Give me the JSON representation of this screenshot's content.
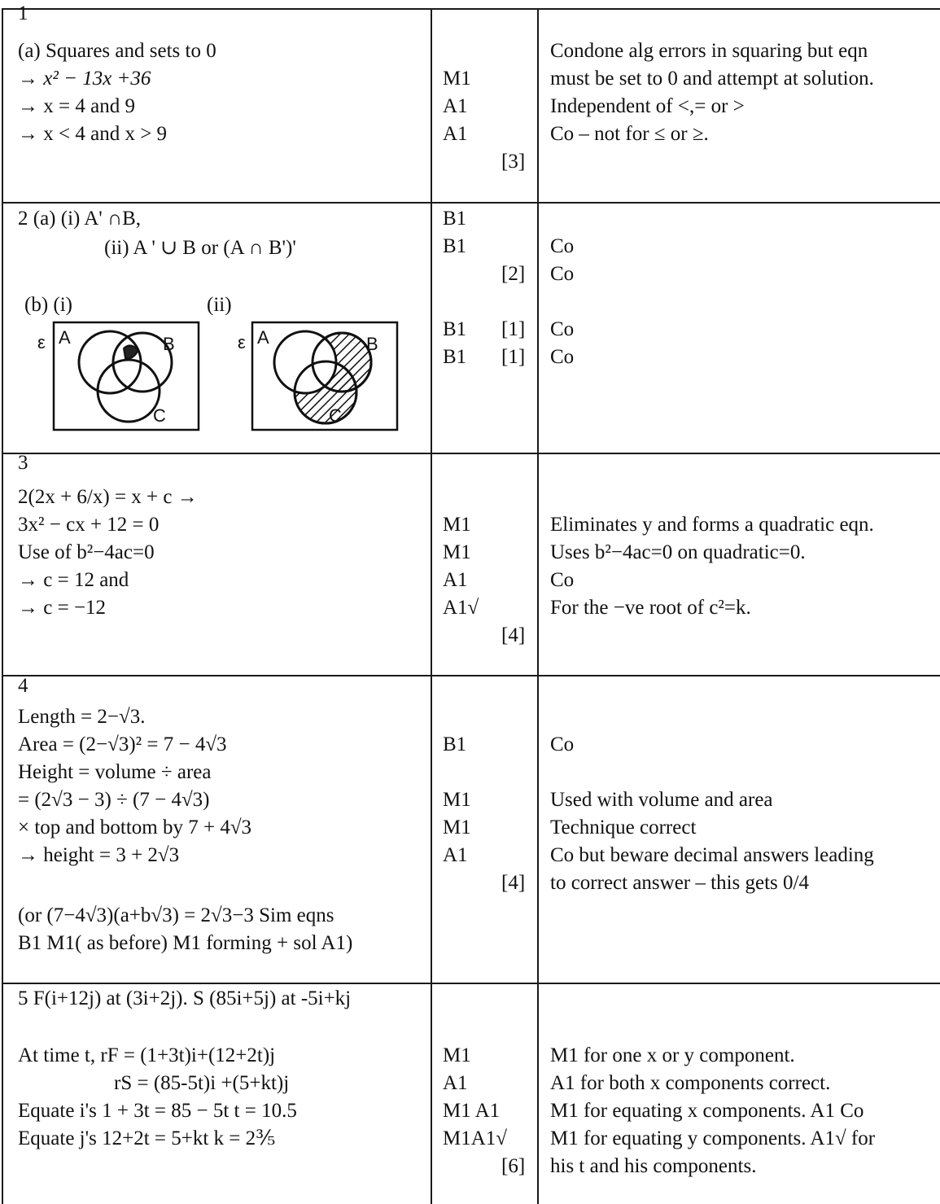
{
  "rows": [
    {
      "lines": [
        "1",
        "(a)  Squares and sets  to 0",
        "→ x² − 13x +36",
        "→  x = 4 and 9",
        "→  x < 4 and x > 9"
      ],
      "marks": [
        "M1",
        "A1",
        "A1"
      ],
      "total": "[3]",
      "notes": [
        "Condone alg errors in squaring but eqn",
        "must be set to 0 and attempt at solution.",
        "Independent of <,= or >",
        "Co – not for ≤ or ≥."
      ]
    },
    {
      "lines": [
        "2    (a)  (i)  A' ∩B,",
        "(ii)  A ' ∪ B  or (A ∩ B')'"
      ],
      "sub_b": "(b)  (i)",
      "sub_ii": "(ii)",
      "venn1": {
        "a": "A",
        "b": "B",
        "c": "C",
        "e": "ε"
      },
      "venn2": {
        "a": "A",
        "b": "B",
        "c": "C",
        "e": "ε"
      },
      "marks": [
        "B1",
        "B1",
        "B1",
        "B1"
      ],
      "totals": [
        "[2]",
        "[1]",
        "[1]"
      ],
      "notes": [
        "Co",
        "Co",
        "Co",
        "Co"
      ]
    },
    {
      "lines": [
        "3",
        "2(2x + 6/x) = x + c  →",
        "3x² − cx + 12 = 0",
        "Use of b²−4ac=0",
        "→ c = 12  and",
        "→ c = −12"
      ],
      "marks": [
        "M1",
        "M1",
        "A1",
        "A1√"
      ],
      "total": "[4]",
      "notes": [
        "Eliminates y and forms a quadratic eqn.",
        "Uses b²−4ac=0 on quadratic=0.",
        "Co",
        "For the −ve root of c²=k."
      ]
    },
    {
      "lines": [
        "4",
        "Length = 2−√3.",
        "Area = (2−√3)² = 7 − 4√3",
        "Height = volume ÷ area",
        "=  (2√3 − 3) ÷ (7 − 4√3)",
        "× top and bottom by 7 + 4√3",
        "→ height = 3 + 2√3",
        "(or (7−4√3)(a+b√3) = 2√3−3 Sim eqns",
        "B1 M1( as before) M1 forming + sol A1)"
      ],
      "marks": [
        "B1",
        "M1",
        "M1",
        "A1"
      ],
      "total": "[4]",
      "notes": [
        "Co",
        "Used with volume and area",
        "Technique correct",
        "Co but beware decimal answers leading",
        "to correct answer – this gets 0/4"
      ]
    },
    {
      "lines": [
        "5  F(i+12j) at (3i+2j). S (85i+5j) at -5i+kj",
        "At time t, rF = (1+3t)i+(12+2t)j",
        "rS = (85-5t)i +(5+kt)j",
        "Equate i's  1 + 3t = 85 − 5t     t = 10.5",
        "Equate j's  12+2t = 5+kt         k = 2⅗"
      ],
      "marks": [
        "M1",
        "A1",
        "M1 A1",
        "M1A1√"
      ],
      "total": "[6]",
      "notes": [
        "M1 for one x or y component.",
        "A1 for both x components correct.",
        "M1 for equating x components. A1 Co",
        "M1 for equating y components. A1√ for",
        "his t and his components."
      ]
    }
  ]
}
